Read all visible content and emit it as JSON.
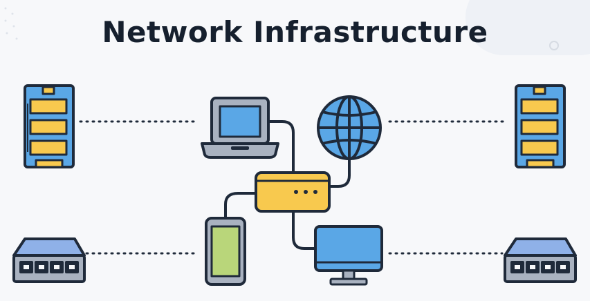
{
  "title": "Network Infrastructure",
  "colors": {
    "outline": "#1f2a3a",
    "blue": "#5aa7e6",
    "yellow": "#f8c94e",
    "green": "#b9d67a",
    "gray": "#a9b2c0",
    "switch_top": "#8fb1e8",
    "background": "#f7f8fa"
  },
  "nodes": [
    {
      "name": "server-left",
      "icon": "server-icon"
    },
    {
      "name": "server-right",
      "icon": "server-icon"
    },
    {
      "name": "laptop",
      "icon": "laptop-icon"
    },
    {
      "name": "globe",
      "icon": "globe-icon"
    },
    {
      "name": "router",
      "icon": "router-icon"
    },
    {
      "name": "smartphone",
      "icon": "smartphone-icon"
    },
    {
      "name": "desktop-monitor",
      "icon": "monitor-icon"
    },
    {
      "name": "switch-left",
      "icon": "network-switch-icon"
    },
    {
      "name": "switch-right",
      "icon": "network-switch-icon"
    }
  ]
}
